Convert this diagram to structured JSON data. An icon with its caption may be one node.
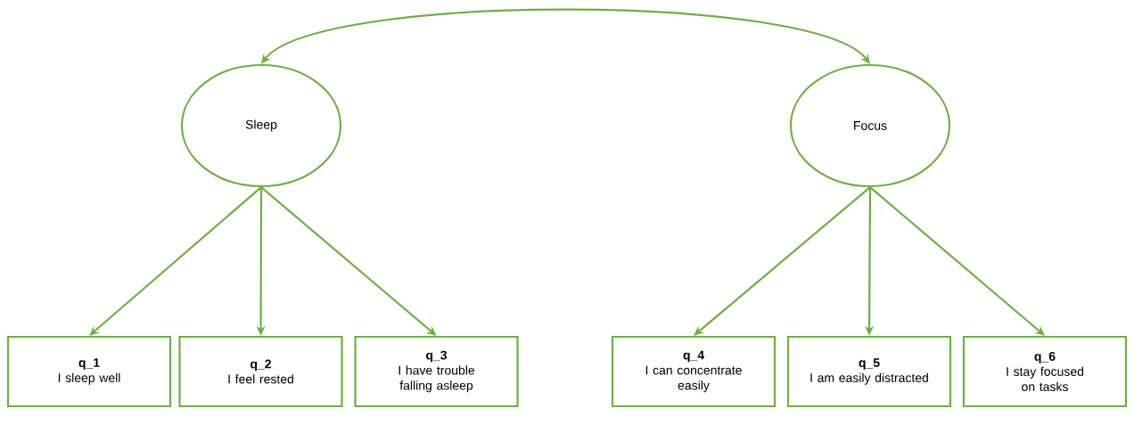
{
  "diagram": {
    "nodes": [
      {
        "text": [
          "Sleep"
        ]
      },
      {
        "text": [
          "Focus"
        ]
      },
      {
        "text": [
          "q_1",
          "I sleep well"
        ]
      },
      {
        "text": [
          "q_2",
          "I feel rested"
        ]
      },
      {
        "text": [
          "q_3",
          "I have trouble falling asleep"
        ]
      },
      {
        "text": [
          "q_4",
          "I can concentrate easily"
        ]
      },
      {
        "text": [
          "q_5",
          "I am easily distracted"
        ]
      },
      {
        "text": [
          "q_6",
          "I stay focused on tasks"
        ]
      }
    ],
    "edges": [
      {
        "from": 0,
        "to": 1,
        "arrow": "both"
      },
      {
        "from": 0,
        "to": 2,
        "arrow": "to"
      },
      {
        "from": 0,
        "to": 3,
        "arrow": "to"
      },
      {
        "from": 0,
        "to": 4,
        "arrow": "to"
      },
      {
        "from": 1,
        "to": 5,
        "arrow": "to"
      },
      {
        "from": 1,
        "to": 6,
        "arrow": "to"
      },
      {
        "from": 1,
        "to": 7,
        "arrow": "to"
      }
    ]
  }
}
